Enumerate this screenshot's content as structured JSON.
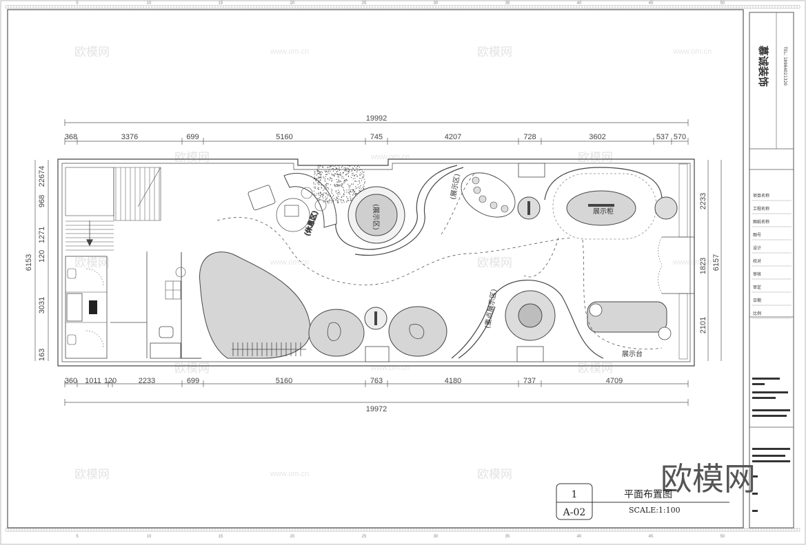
{
  "company": {
    "name": "慕诚装饰",
    "tel": "TEL: 18984021320"
  },
  "drawing": {
    "title": "平面布置图",
    "scale": "SCALE:1:100",
    "number": "1",
    "sheet": "A-02"
  },
  "dimensions": {
    "top_total": "19992",
    "top": [
      "368",
      "3376",
      "699",
      "5160",
      "745",
      "4207",
      "728",
      "3602",
      "537",
      "570"
    ],
    "bottom": [
      "360",
      "1011",
      "120",
      "2233",
      "699",
      "5160",
      "763",
      "4180",
      "737",
      "4709"
    ],
    "bottom_total": "19972",
    "left_total": "6153",
    "left": [
      "22674",
      "968",
      "1271",
      "120",
      "3031",
      "163"
    ],
    "right_total": "6157",
    "right": [
      "2233",
      "1823",
      "2101"
    ]
  },
  "zones": {
    "rest": "(休息区)",
    "display1": "(展示区)",
    "display_center": "(展示区)",
    "display_main": "(重点展示区)",
    "center_label": "展示柜",
    "long_label": "展示台"
  },
  "ruler_top": [
    "5",
    "10",
    "15",
    "20",
    "25",
    "30",
    "35",
    "40",
    "45",
    "50"
  ],
  "watermarks": {
    "logo": "欧模网",
    "url": "www.om.cn",
    "big": "欧模网"
  },
  "title_block": {
    "rows": [
      "项目名称",
      "工程名称",
      "图纸名称",
      "图号",
      "设计",
      "校对",
      "审核",
      "审定",
      "日期",
      "比例"
    ]
  }
}
